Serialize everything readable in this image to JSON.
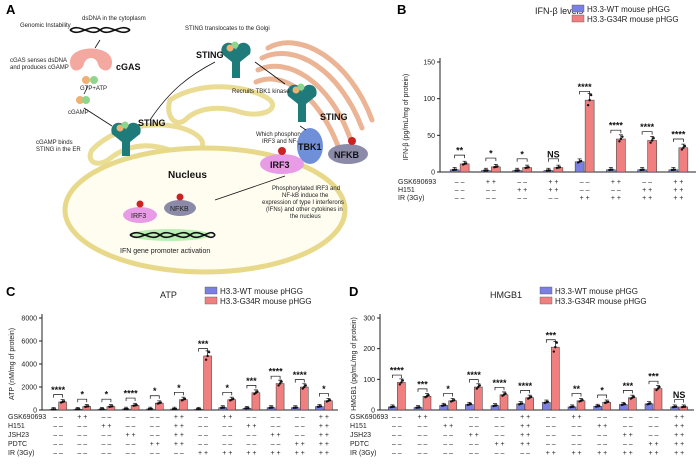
{
  "panels": {
    "a": "A",
    "b": "B",
    "c": "C",
    "d": "D"
  },
  "diagram": {
    "labels": {
      "genomic": "Genomic Instability",
      "dsdna": "dsDNA in the cytoplasm",
      "cgas_sense1": "cGAS senses dsDNA",
      "cgas_sense2": "and produces cGAMP",
      "cgas": "cGAS",
      "gtp": "GTP+ATP",
      "cgamp": "cGAMP",
      "cgamp_binds1": "cGAMP binds",
      "cgamp_binds2": "STING in the ER",
      "sting_er": "STING",
      "sting_golgi": "STING",
      "sting_right": "STING",
      "translocates": "STING translocates to the Golgi",
      "recruits": "Recruits TBK1 kinase",
      "phos1": "Which phosphorylates",
      "phos2": "IRF3 and NF-kB",
      "tbk1": "TBK1",
      "irf3_right": "IRF3",
      "nfkb_right": "NFKB",
      "nucleus": "Nucleus",
      "irf3_nuc": "IRF3",
      "nfkb_nuc": "NFKB",
      "ifn_gene": "IFN gene promoter activation",
      "pirf1": "Phosphorylated IRF3 and",
      "pirf2": "NF-kB induce the",
      "pirf3": "expression of type I interferons",
      "pirf4": "(IFNs) and other cytokines in",
      "pirf5": "the nucleus"
    }
  },
  "chart_data": [
    {
      "panel": "B",
      "type": "bar",
      "title": "IFN-β levels",
      "ylabel": "IFN-β (pg/mL/mg of protein)",
      "ylim": [
        0,
        150
      ],
      "yticks": [
        0,
        50,
        100,
        150
      ],
      "legend_position": "top-right",
      "series": [
        {
          "name": "H3.3-WT mouse pHGG",
          "color": "#7b7fe0",
          "values": [
            3,
            2,
            2,
            2,
            14,
            3,
            3,
            3
          ]
        },
        {
          "name": "H3.3-G34R mouse pHGG",
          "color": "#f08080",
          "values": [
            11,
            7,
            6,
            6,
            98,
            45,
            43,
            33
          ]
        }
      ],
      "significance": [
        "**",
        "*",
        "*",
        "NS",
        "****",
        "****",
        "****",
        "****"
      ],
      "conditions": [
        {
          "name": "GSK690693",
          "values": [
            "– –",
            "+ +",
            "– –",
            "+ +",
            "– –",
            "+ +",
            "– –",
            "+ +"
          ]
        },
        {
          "name": "H151",
          "values": [
            "– –",
            "– –",
            "+ +",
            "+ +",
            "– –",
            "– –",
            "+ +",
            "+ +"
          ]
        },
        {
          "name": "IR (3Gy)",
          "values": [
            "– –",
            "– –",
            "– –",
            "– –",
            "+ +",
            "+ +",
            "+ +",
            "+ +"
          ]
        }
      ]
    },
    {
      "panel": "C",
      "type": "bar",
      "title": "ATP",
      "ylabel": "ATP (nM/mg of protein)",
      "ylim": [
        0,
        8000
      ],
      "yticks": [
        0,
        2000,
        4000,
        6000,
        8000
      ],
      "legend_position": "top-right",
      "series": [
        {
          "name": "H3.3-WT mouse pHGG",
          "color": "#7b7fe0",
          "values": [
            50,
            60,
            60,
            80,
            80,
            80,
            70,
            200,
            150,
            200,
            200,
            300
          ]
        },
        {
          "name": "H3.3-G34R mouse pHGG",
          "color": "#f08080",
          "values": [
            700,
            300,
            300,
            400,
            600,
            900,
            4700,
            900,
            1500,
            2300,
            2000,
            800
          ]
        }
      ],
      "significance": [
        "****",
        "*",
        "*",
        "****",
        "*",
        "*",
        "***",
        "*",
        "***",
        "****",
        "****",
        "*"
      ],
      "conditions": [
        {
          "name": "GSK690693",
          "values": [
            "– –",
            "+ +",
            "– –",
            "– –",
            "– –",
            "+ +",
            "– –",
            "+ +",
            "– –",
            "– –",
            "– –",
            "+ +"
          ]
        },
        {
          "name": "H151",
          "values": [
            "– –",
            "– –",
            "+ +",
            "– –",
            "– –",
            "+ +",
            "– –",
            "– –",
            "+ +",
            "– –",
            "– –",
            "+ +"
          ]
        },
        {
          "name": "JSH23",
          "values": [
            "– –",
            "– –",
            "– –",
            "+ +",
            "– –",
            "+ +",
            "– –",
            "– –",
            "– –",
            "+ +",
            "– –",
            "+ +"
          ]
        },
        {
          "name": "PDTC",
          "values": [
            "– –",
            "– –",
            "– –",
            "– –",
            "+ +",
            "+ +",
            "– –",
            "– –",
            "– –",
            "– –",
            "+ +",
            "+ +"
          ]
        },
        {
          "name": "IR (3Gy)",
          "values": [
            "– –",
            "– –",
            "– –",
            "– –",
            "– –",
            "– –",
            "+ +",
            "+ +",
            "+ +",
            "+ +",
            "+ +",
            "+ +"
          ]
        }
      ]
    },
    {
      "panel": "D",
      "type": "bar",
      "title": "HMGB1",
      "ylabel": "HMGB1 (pg/mL/mg of protein)",
      "ylim": [
        0,
        300
      ],
      "yticks": [
        0,
        100,
        200,
        300
      ],
      "legend_position": "top-right",
      "series": [
        {
          "name": "H3.3-WT mouse pHGG",
          "color": "#7b7fe0",
          "values": [
            10,
            8,
            15,
            18,
            14,
            20,
            25,
            10,
            12,
            18,
            20,
            10
          ]
        },
        {
          "name": "H3.3-G34R mouse pHGG",
          "color": "#f08080",
          "values": [
            90,
            45,
            30,
            75,
            50,
            40,
            205,
            30,
            25,
            40,
            70,
            10
          ]
        }
      ],
      "significance": [
        "****",
        "***",
        "*",
        "****",
        "****",
        "****",
        "***",
        "**",
        "*",
        "***",
        "***",
        "NS"
      ],
      "conditions": [
        {
          "name": "GSK690693",
          "values": [
            "– –",
            "+ +",
            "– –",
            "– –",
            "– –",
            "+ +",
            "– –",
            "+ +",
            "– –",
            "– –",
            "– –",
            "+ +"
          ]
        },
        {
          "name": "H151",
          "values": [
            "– –",
            "– –",
            "+ +",
            "– –",
            "– –",
            "+ +",
            "– –",
            "– –",
            "+ +",
            "– –",
            "– –",
            "+ +"
          ]
        },
        {
          "name": "JSH23",
          "values": [
            "– –",
            "– –",
            "– –",
            "+ +",
            "– –",
            "+ +",
            "– –",
            "– –",
            "– –",
            "+ +",
            "– –",
            "+ +"
          ]
        },
        {
          "name": "PDTC",
          "values": [
            "– –",
            "– –",
            "– –",
            "– –",
            "+ +",
            "+ +",
            "– –",
            "– –",
            "– –",
            "– –",
            "+ +",
            "+ +"
          ]
        },
        {
          "name": "IR (3Gy)",
          "values": [
            "– –",
            "– –",
            "– –",
            "– –",
            "– –",
            "– –",
            "+ +",
            "+ +",
            "+ +",
            "+ +",
            "+ +",
            "+ +"
          ]
        }
      ]
    }
  ]
}
